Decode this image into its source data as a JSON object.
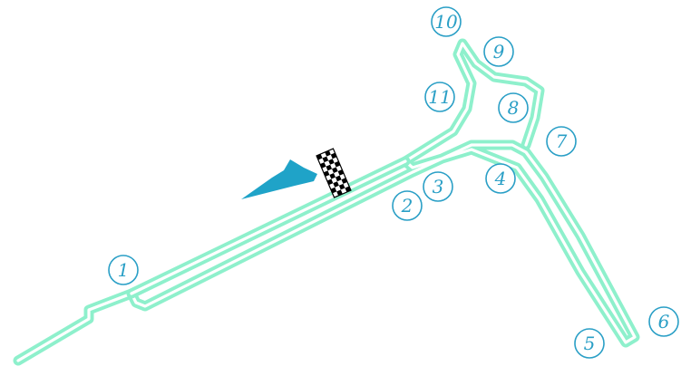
{
  "colors": {
    "track": "#8ef0cc",
    "corner_marker": "#2a9fc6",
    "direction_arrow": "#1fa3c8",
    "start_flag": "#000000"
  },
  "icons": {
    "direction": "arrow-left-icon",
    "start_finish": "checkered-flag-icon"
  },
  "corners": [
    {
      "number": "1"
    },
    {
      "number": "2"
    },
    {
      "number": "3"
    },
    {
      "number": "4"
    },
    {
      "number": "5"
    },
    {
      "number": "6"
    },
    {
      "number": "7"
    },
    {
      "number": "8"
    },
    {
      "number": "9"
    },
    {
      "number": "10"
    },
    {
      "number": "11"
    }
  ]
}
